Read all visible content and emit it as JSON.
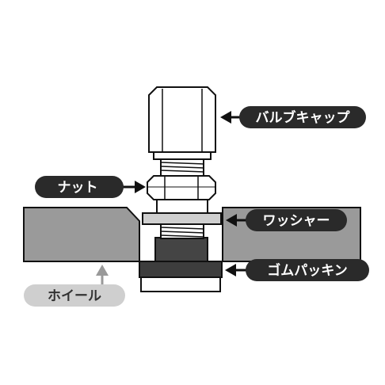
{
  "labels": {
    "valve_cap": "バルブキャップ",
    "nut": "ナット",
    "washer": "ワッシャー",
    "rubber_packing": "ゴムパッキン",
    "wheel": "ホイール"
  },
  "colors": {
    "wheel": "#9a9a9a",
    "washer": "#cfcfcf",
    "packing": "#3d3d3d",
    "label_dark": "#2a2a2a",
    "label_light": "#cfcfcf",
    "arrow_wheel": "#999999"
  }
}
